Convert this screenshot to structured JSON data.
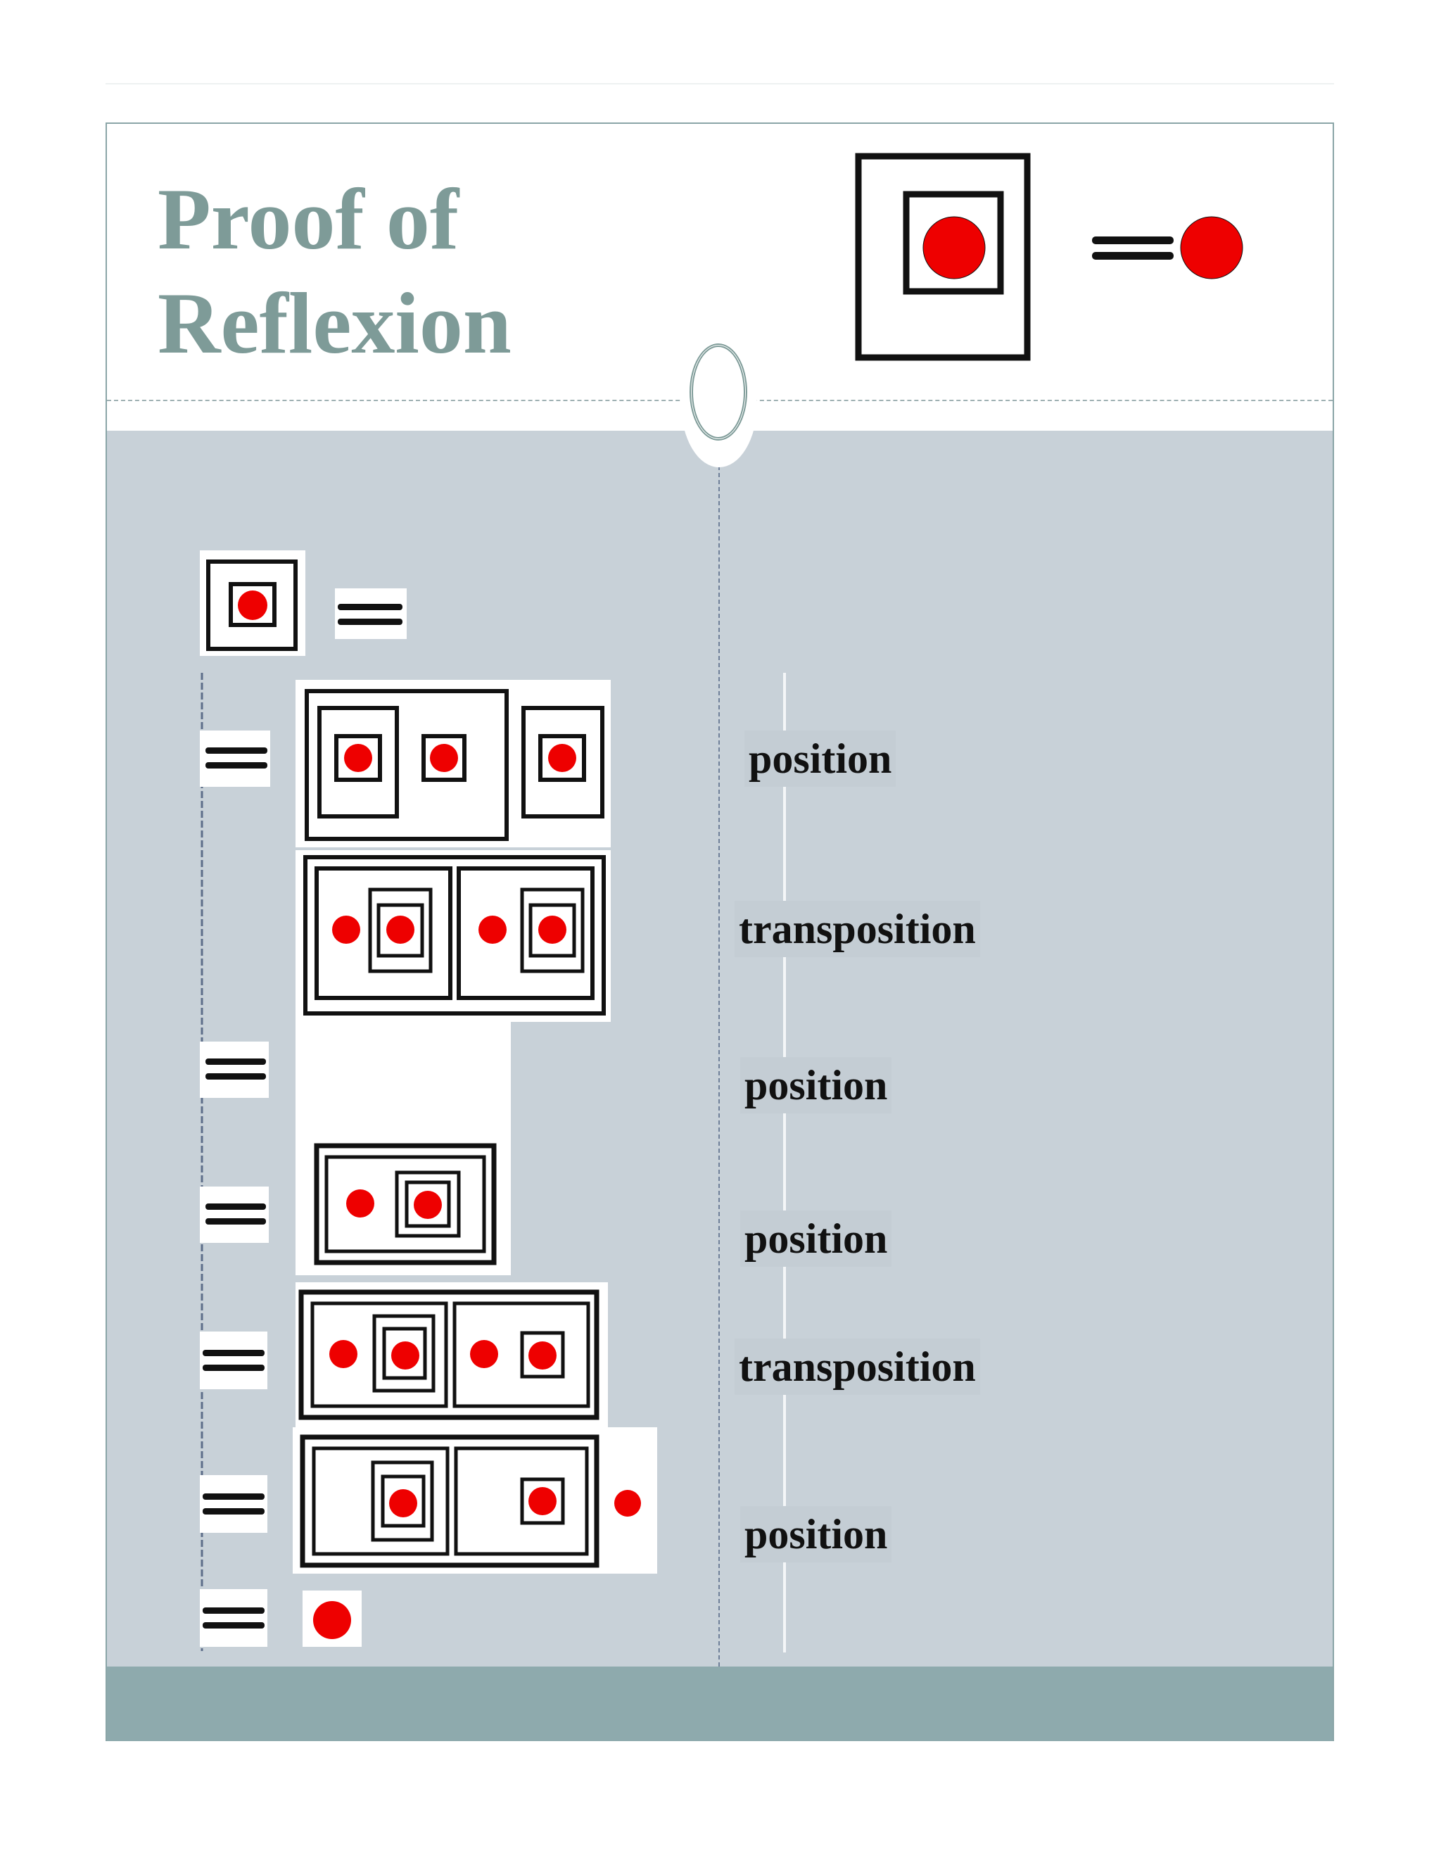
{
  "title": {
    "line1": "Proof of",
    "line2": "Reflexion"
  },
  "steps": [
    {
      "label": "position"
    },
    {
      "label": "transposition"
    },
    {
      "label": "position"
    },
    {
      "label": "position"
    },
    {
      "label": "transposition"
    },
    {
      "label": "position"
    }
  ],
  "colors": {
    "title": "#7e9b98",
    "panel": "#c8d1d8",
    "footer": "#8eaaad",
    "dot": "#ee0000",
    "box": "#111111"
  }
}
